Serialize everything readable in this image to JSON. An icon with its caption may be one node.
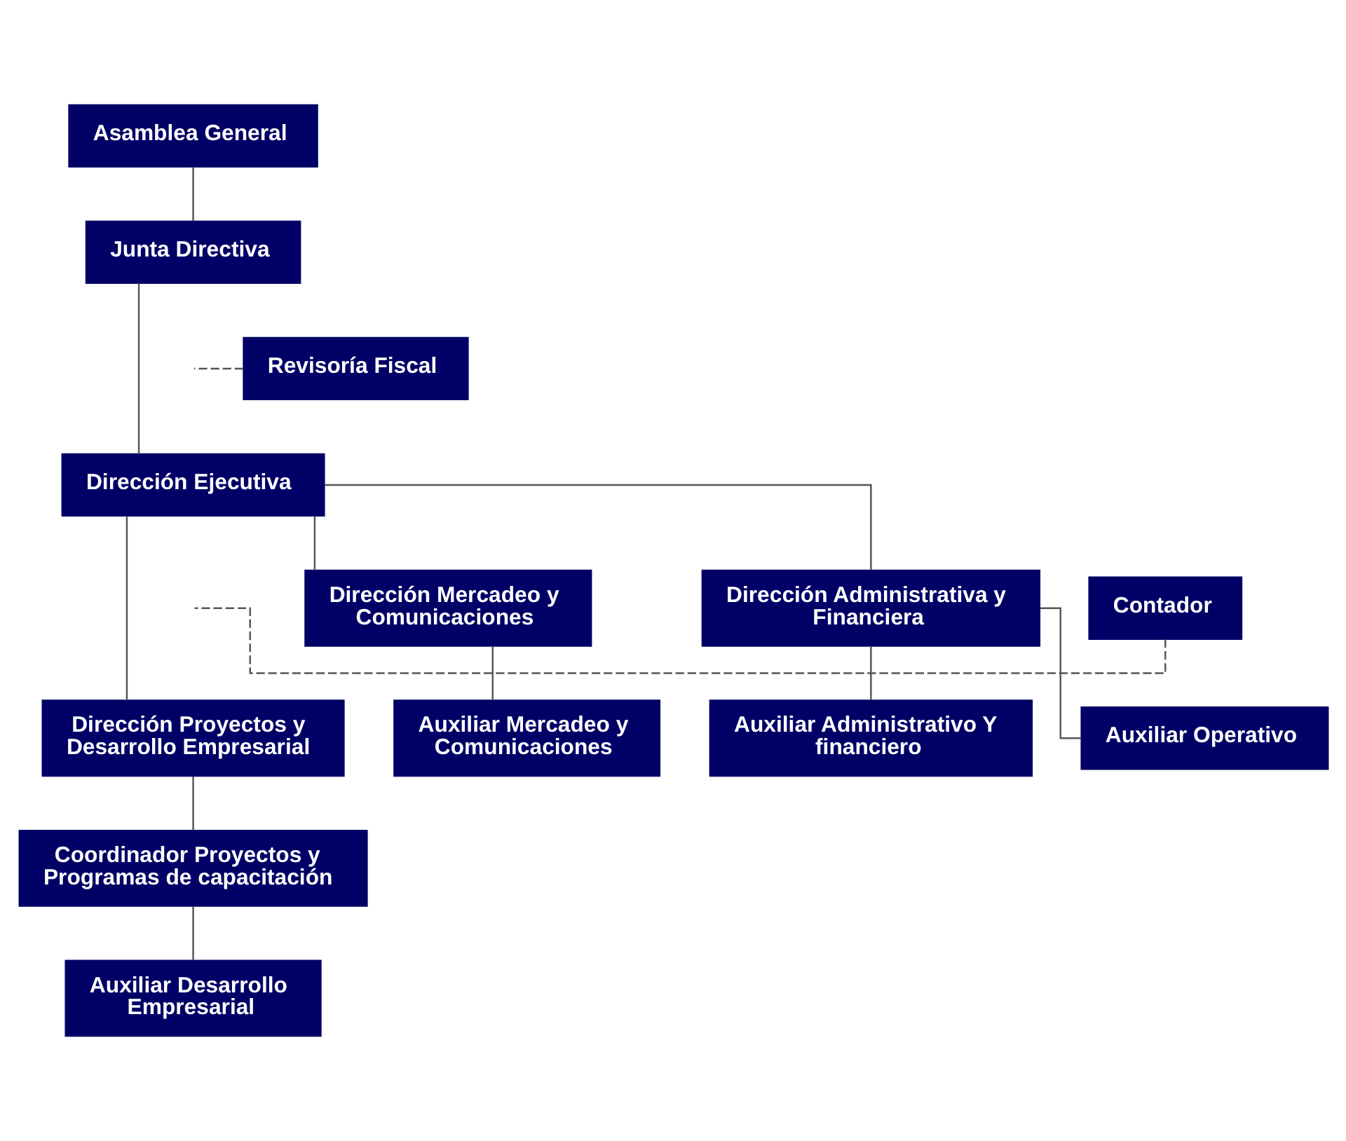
{
  "diagram": {
    "nodes": [
      {
        "text": [
          "Asamblea General"
        ]
      },
      {
        "text": [
          "Junta Directiva"
        ]
      },
      {
        "text": [
          "Revisoría Fiscal"
        ]
      },
      {
        "text": [
          "Dirección Ejecutiva"
        ]
      },
      {
        "text": [
          "Contador"
        ]
      },
      {
        "text": [
          "Dirección Proyectos y Desarrollo Empresarial"
        ]
      },
      {
        "text": [
          "Dirección Mercadeo y Comunicaciones"
        ]
      },
      {
        "text": [
          "Dirección Administrativa y Financiera"
        ]
      },
      {
        "text": [
          "Coordinador Proyectos y Programas de capacitación"
        ]
      },
      {
        "text": [
          "Auxiliar Desarrollo Empresarial"
        ]
      },
      {
        "text": [
          "Auxiliar Mercadeo y Comunicaciones"
        ]
      },
      {
        "text": [
          "Auxiliar Administrativo Y financiero"
        ]
      },
      {
        "text": [
          "Auxiliar Operativo"
        ]
      }
    ],
    "edges": [
      {
        "from": 0,
        "to": 1,
        "arrow": "none"
      },
      {
        "from": 1,
        "to": 3,
        "arrow": "none"
      },
      {
        "from": 2,
        "to": null,
        "arrow": "none",
        "style": "dashed"
      },
      {
        "from": 4,
        "to": null,
        "arrow": "none",
        "style": "dashed"
      },
      {
        "from": 3,
        "to": 5,
        "arrow": "none"
      },
      {
        "from": 3,
        "to": 6,
        "arrow": "none"
      },
      {
        "from": 3,
        "to": 7,
        "arrow": "none"
      },
      {
        "from": 5,
        "to": 8,
        "arrow": "none"
      },
      {
        "from": 8,
        "to": 9,
        "arrow": "none"
      },
      {
        "from": 6,
        "to": 10,
        "arrow": "none"
      },
      {
        "from": 7,
        "to": 11,
        "arrow": "none"
      },
      {
        "from": 7,
        "to": 12,
        "arrow": "none"
      }
    ]
  }
}
